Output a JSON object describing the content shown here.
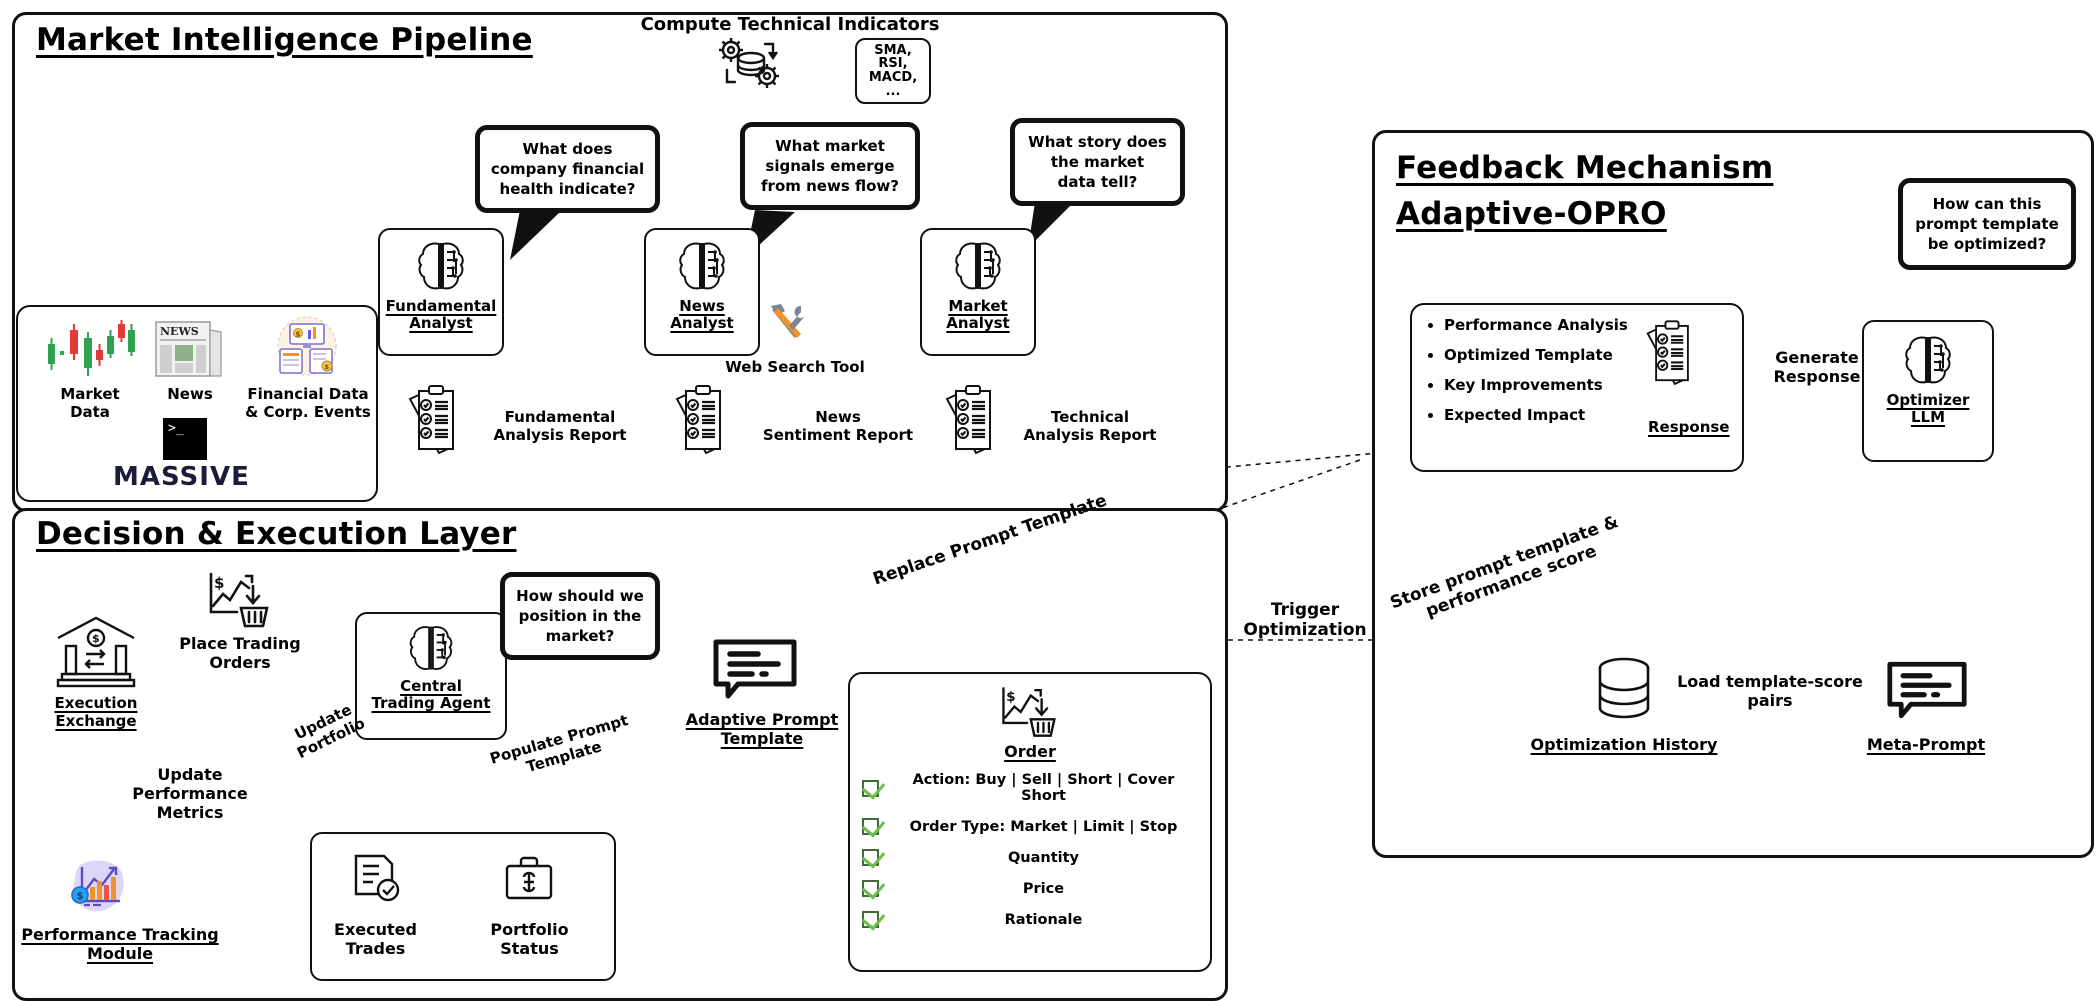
{
  "panels": {
    "market_pipeline": {
      "title": "Market Intelligence Pipeline"
    },
    "decision_layer": {
      "title": "Decision & Execution Layer"
    },
    "feedback": {
      "title_line1": "Feedback Mechanism",
      "title_line2": "Adaptive-OPRO"
    }
  },
  "data_sources": {
    "market_data": {
      "label_line1": "Market",
      "label_line2": "Data",
      "icon": "candlestick-chart-icon"
    },
    "news": {
      "label": "News",
      "icon": "newspaper-icon"
    },
    "financial": {
      "label_line1": "Financial Data",
      "label_line2": "& Corp. Events",
      "icon": "financial-dashboard-icon"
    },
    "vendor": {
      "name": "MASSIVE",
      "icon": "terminal-icon",
      "prompt": ">_"
    }
  },
  "indicators": {
    "title": "Compute Technical Indicators",
    "icon": "gears-database-icon",
    "box_lines": [
      "SMA,",
      "RSI,",
      "MACD,",
      "..."
    ]
  },
  "analysts": [
    {
      "name_line1": "Fundamental",
      "name_line2": "Analyst",
      "icon": "brain-ai-icon",
      "question": [
        "What does",
        "company financial",
        "health indicate?"
      ],
      "report_line1": "Fundamental",
      "report_line2": "Analysis Report",
      "report_icon": "checklist-report-icon"
    },
    {
      "name_line1": "News",
      "name_line2": "Analyst",
      "icon": "brain-ai-icon",
      "question": [
        "What market",
        "signals emerge",
        "from news flow?"
      ],
      "report_line1": "News",
      "report_line2": "Sentiment Report",
      "report_icon": "checklist-report-icon"
    },
    {
      "name_line1": "Market",
      "name_line2": "Analyst",
      "icon": "brain-ai-icon",
      "question": [
        "What story does",
        "the market",
        "data tell?"
      ],
      "report_line1": "Technical",
      "report_line2": "Analysis Report",
      "report_icon": "checklist-report-icon"
    }
  ],
  "web_search_tool": {
    "label": "Web Search Tool",
    "icon": "hammer-wrench-tools-icon"
  },
  "decision": {
    "execution_exchange": {
      "label_line1": "Execution",
      "label_line2": "Exchange",
      "icon": "bank-exchange-icon"
    },
    "place_orders": {
      "line1": "Place Trading",
      "line2": "Orders",
      "icon": "order-basket-icon"
    },
    "central_agent": {
      "name_line1": "Central",
      "name_line2": "Trading Agent",
      "icon": "brain-ai-icon",
      "question": [
        "How should we",
        "position in the",
        "market?"
      ]
    },
    "update_portfolio": {
      "line1": "Update",
      "line2": "Portfolio"
    },
    "update_metrics": {
      "line1": "Update",
      "line2": "Performance",
      "line3": "Metrics"
    },
    "performance_module": {
      "label_line1": "Performance Tracking",
      "label_line2": "Module",
      "icon": "performance-chart-icon"
    },
    "executed_trades": {
      "line1": "Executed",
      "line2": "Trades",
      "icon": "document-check-icon"
    },
    "portfolio_status": {
      "line1": "Portfolio",
      "line2": "Status",
      "icon": "briefcase-dollar-icon"
    },
    "adaptive_prompt": {
      "label_line1": "Adaptive Prompt",
      "label_line2": "Template",
      "icon": "speech-lines-icon"
    },
    "populate_label": {
      "line1": "Populate Prompt",
      "line2": "Template"
    },
    "replace_label": "Replace Prompt Template"
  },
  "order_card": {
    "title": "Order",
    "icon": "order-basket-icon",
    "items": [
      "Action: Buy | Sell | Short | Cover Short",
      "Order Type: Market | Limit | Stop",
      "Quantity",
      "Price",
      "Rationale"
    ]
  },
  "feedback": {
    "response_card": {
      "bullets": [
        "Performance Analysis",
        "Optimized Template",
        "Key Improvements",
        "Expected Impact"
      ],
      "tag": "Response",
      "icon": "checklist-report-icon"
    },
    "generate_response": {
      "line1": "Generate",
      "line2": "Response"
    },
    "optimizer_llm": {
      "name_line1": "Optimizer",
      "name_line2": "LLM",
      "icon": "brain-ai-icon",
      "question": [
        "How can this",
        "prompt template",
        "be optimized?"
      ]
    },
    "store_label": {
      "line1": "Store prompt template &",
      "line2": "performance score"
    },
    "optimization_history": {
      "label": "Optimization History",
      "icon": "database-cylinder-icon"
    },
    "load_label": {
      "line1": "Load template-score",
      "line2": "pairs"
    },
    "meta_prompt": {
      "label": "Meta-Prompt",
      "icon": "speech-lines-icon"
    },
    "trigger_label": {
      "line1": "Trigger",
      "line2": "Optimization"
    }
  },
  "colors": {
    "ink": "#111111",
    "check_green": "#6cbf4b",
    "check_border": "#3f6b3f",
    "massive_navy": "#1b1b3a",
    "candle_up": "#2fa24f",
    "candle_down": "#e03b35",
    "accent_purple": "#6c5ce7",
    "accent_orange": "#f0932b"
  }
}
